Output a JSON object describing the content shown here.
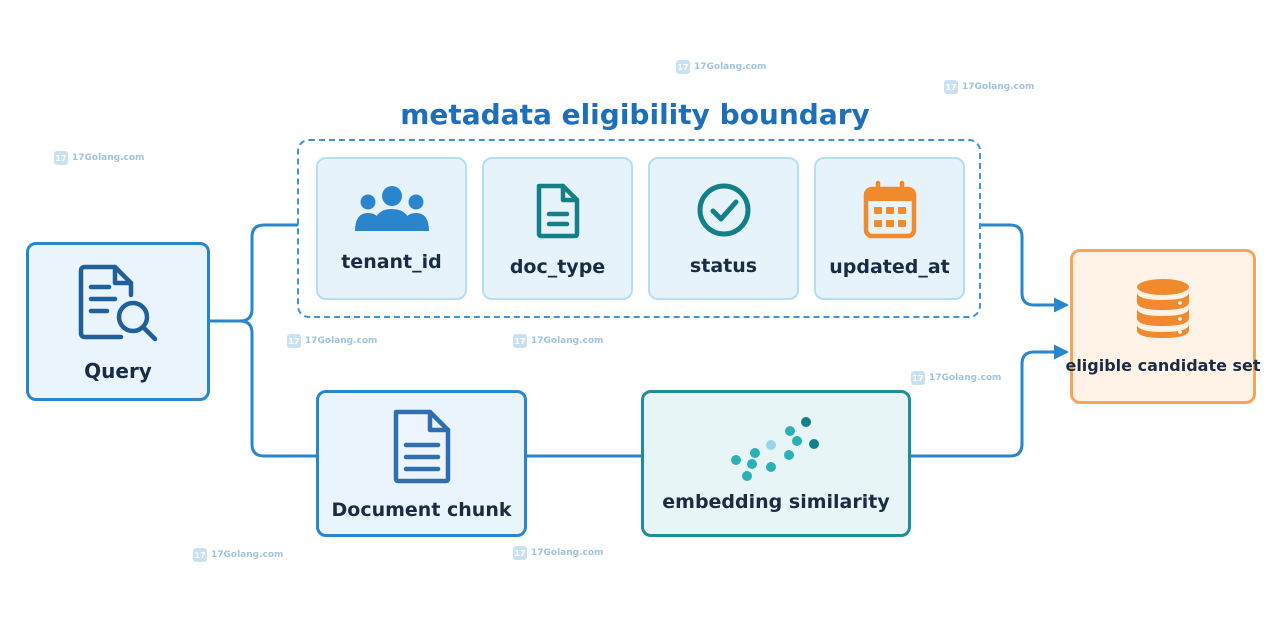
{
  "title": "metadata eligibility boundary",
  "nodes": {
    "query": "Query",
    "tenant_id": "tenant_id",
    "doc_type": "doc_type",
    "status": "status",
    "updated_at": "updated_at",
    "document_chunk": "Document chunk",
    "embedding_similarity": "embedding similarity",
    "eligible_candidate_set": "eligible candidate set"
  },
  "watermark": "17Golang.com",
  "icons": {
    "query": "document-search-icon",
    "tenant_id": "users-icon",
    "doc_type": "document-icon",
    "status": "check-circle-icon",
    "updated_at": "calendar-icon",
    "document_chunk": "document-icon",
    "embedding_similarity": "scatter-dots-icon",
    "eligible_candidate_set": "database-icon"
  },
  "colors": {
    "primary_blue": "#2a86cc",
    "title_blue": "#1c6fb8",
    "teal": "#1f8e9a",
    "orange": "#f08a2c",
    "light_teal_border": "#b5def0"
  }
}
